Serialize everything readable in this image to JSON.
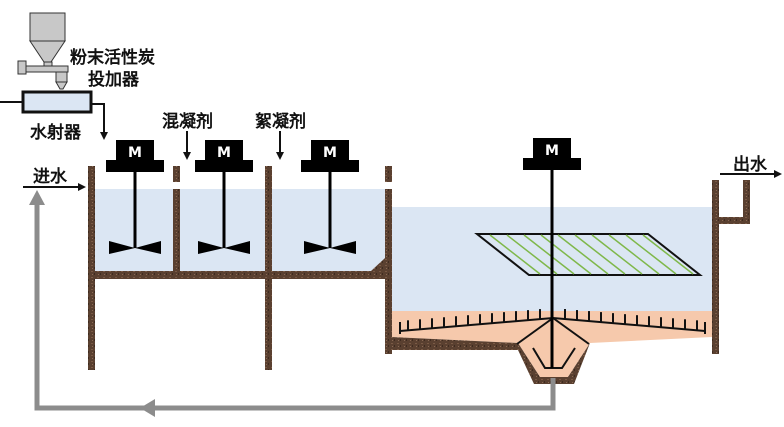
{
  "diagram": {
    "title": "",
    "labels": {
      "pac_feeder_line1": "粉末活性炭",
      "pac_feeder_line2": "投加器",
      "ejector": "水射器",
      "coagulant": "混凝剂",
      "flocculant": "絮凝剂",
      "inlet": "进水",
      "outlet": "出水"
    },
    "motors": [
      {
        "label": "M",
        "stage": "mixing-1"
      },
      {
        "label": "M",
        "stage": "coagulation"
      },
      {
        "label": "M",
        "stage": "flocculation"
      },
      {
        "label": "M",
        "stage": "sedimentation-scraper"
      }
    ],
    "colors": {
      "water": "#dbe6f3",
      "sludge": "#f6c9ac",
      "wall": "#5a4030",
      "recirculation": "#8c8c8c",
      "tube_settler": "#7fb84a",
      "motor": "#000000",
      "hopper": "#c8c8c8"
    }
  }
}
